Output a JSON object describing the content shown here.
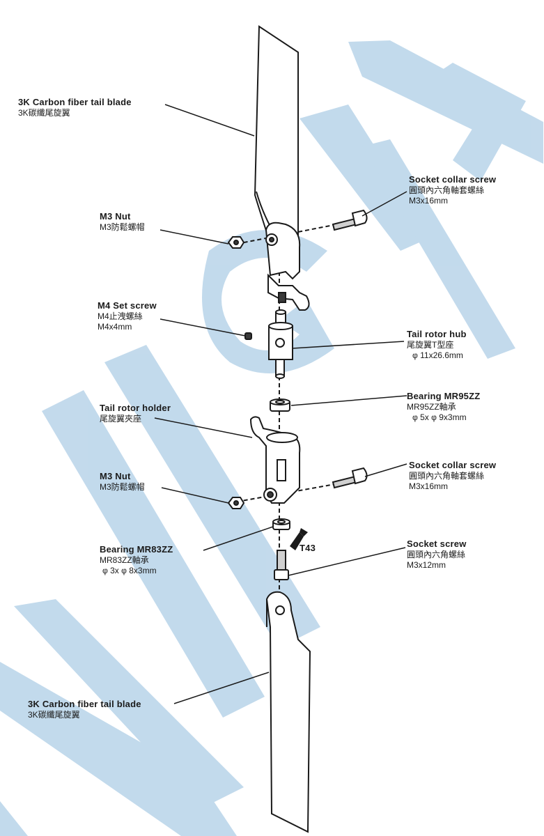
{
  "watermark": {
    "text": "ALIGN",
    "color": "#bcd6ea"
  },
  "colors": {
    "line": "#1a1a1a",
    "part_fill": "#ffffff",
    "part_shade": "#3a3a3a"
  },
  "labels": {
    "blade_top": {
      "en": "3K Carbon fiber tail blade",
      "zh": "3K碳纖尾旋翼"
    },
    "collar_screw_top": {
      "en": "Socket collar screw",
      "zh": "圓頭內六角軸套螺絲",
      "spec": "M3x16mm"
    },
    "m3_nut_top": {
      "en": "M3 Nut",
      "zh": "M3防鬆螺帽"
    },
    "m4_set_screw": {
      "en": "M4 Set screw",
      "zh": "M4止洩螺絲",
      "spec": "M4x4mm"
    },
    "tail_rotor_hub": {
      "en": "Tail rotor hub",
      "zh": "尾旋翼T型座",
      "spec": "φ 11x26.6mm"
    },
    "bearing_mr95": {
      "en": "Bearing MR95ZZ",
      "zh": "MR95ZZ軸承",
      "spec": "φ 5x φ 9x3mm"
    },
    "tail_rotor_holder": {
      "en": "Tail rotor holder",
      "zh": "尾旋翼夾座"
    },
    "m3_nut_bottom": {
      "en": "M3 Nut",
      "zh": "M3防鬆螺帽"
    },
    "collar_screw_bottom": {
      "en": "Socket collar screw",
      "zh": "圓頭內六角軸套螺絲",
      "spec": "M3x16mm"
    },
    "bearing_mr83": {
      "en": "Bearing MR83ZZ",
      "zh": "MR83ZZ軸承",
      "spec": "φ 3x φ 8x3mm"
    },
    "t43": {
      "text": "T43"
    },
    "socket_screw": {
      "en": "Socket screw",
      "zh": "圓頭內六角螺絲",
      "spec": "M3x12mm"
    },
    "blade_bottom": {
      "en": "3K Carbon fiber tail blade",
      "zh": "3K碳纖尾旋翼"
    }
  }
}
